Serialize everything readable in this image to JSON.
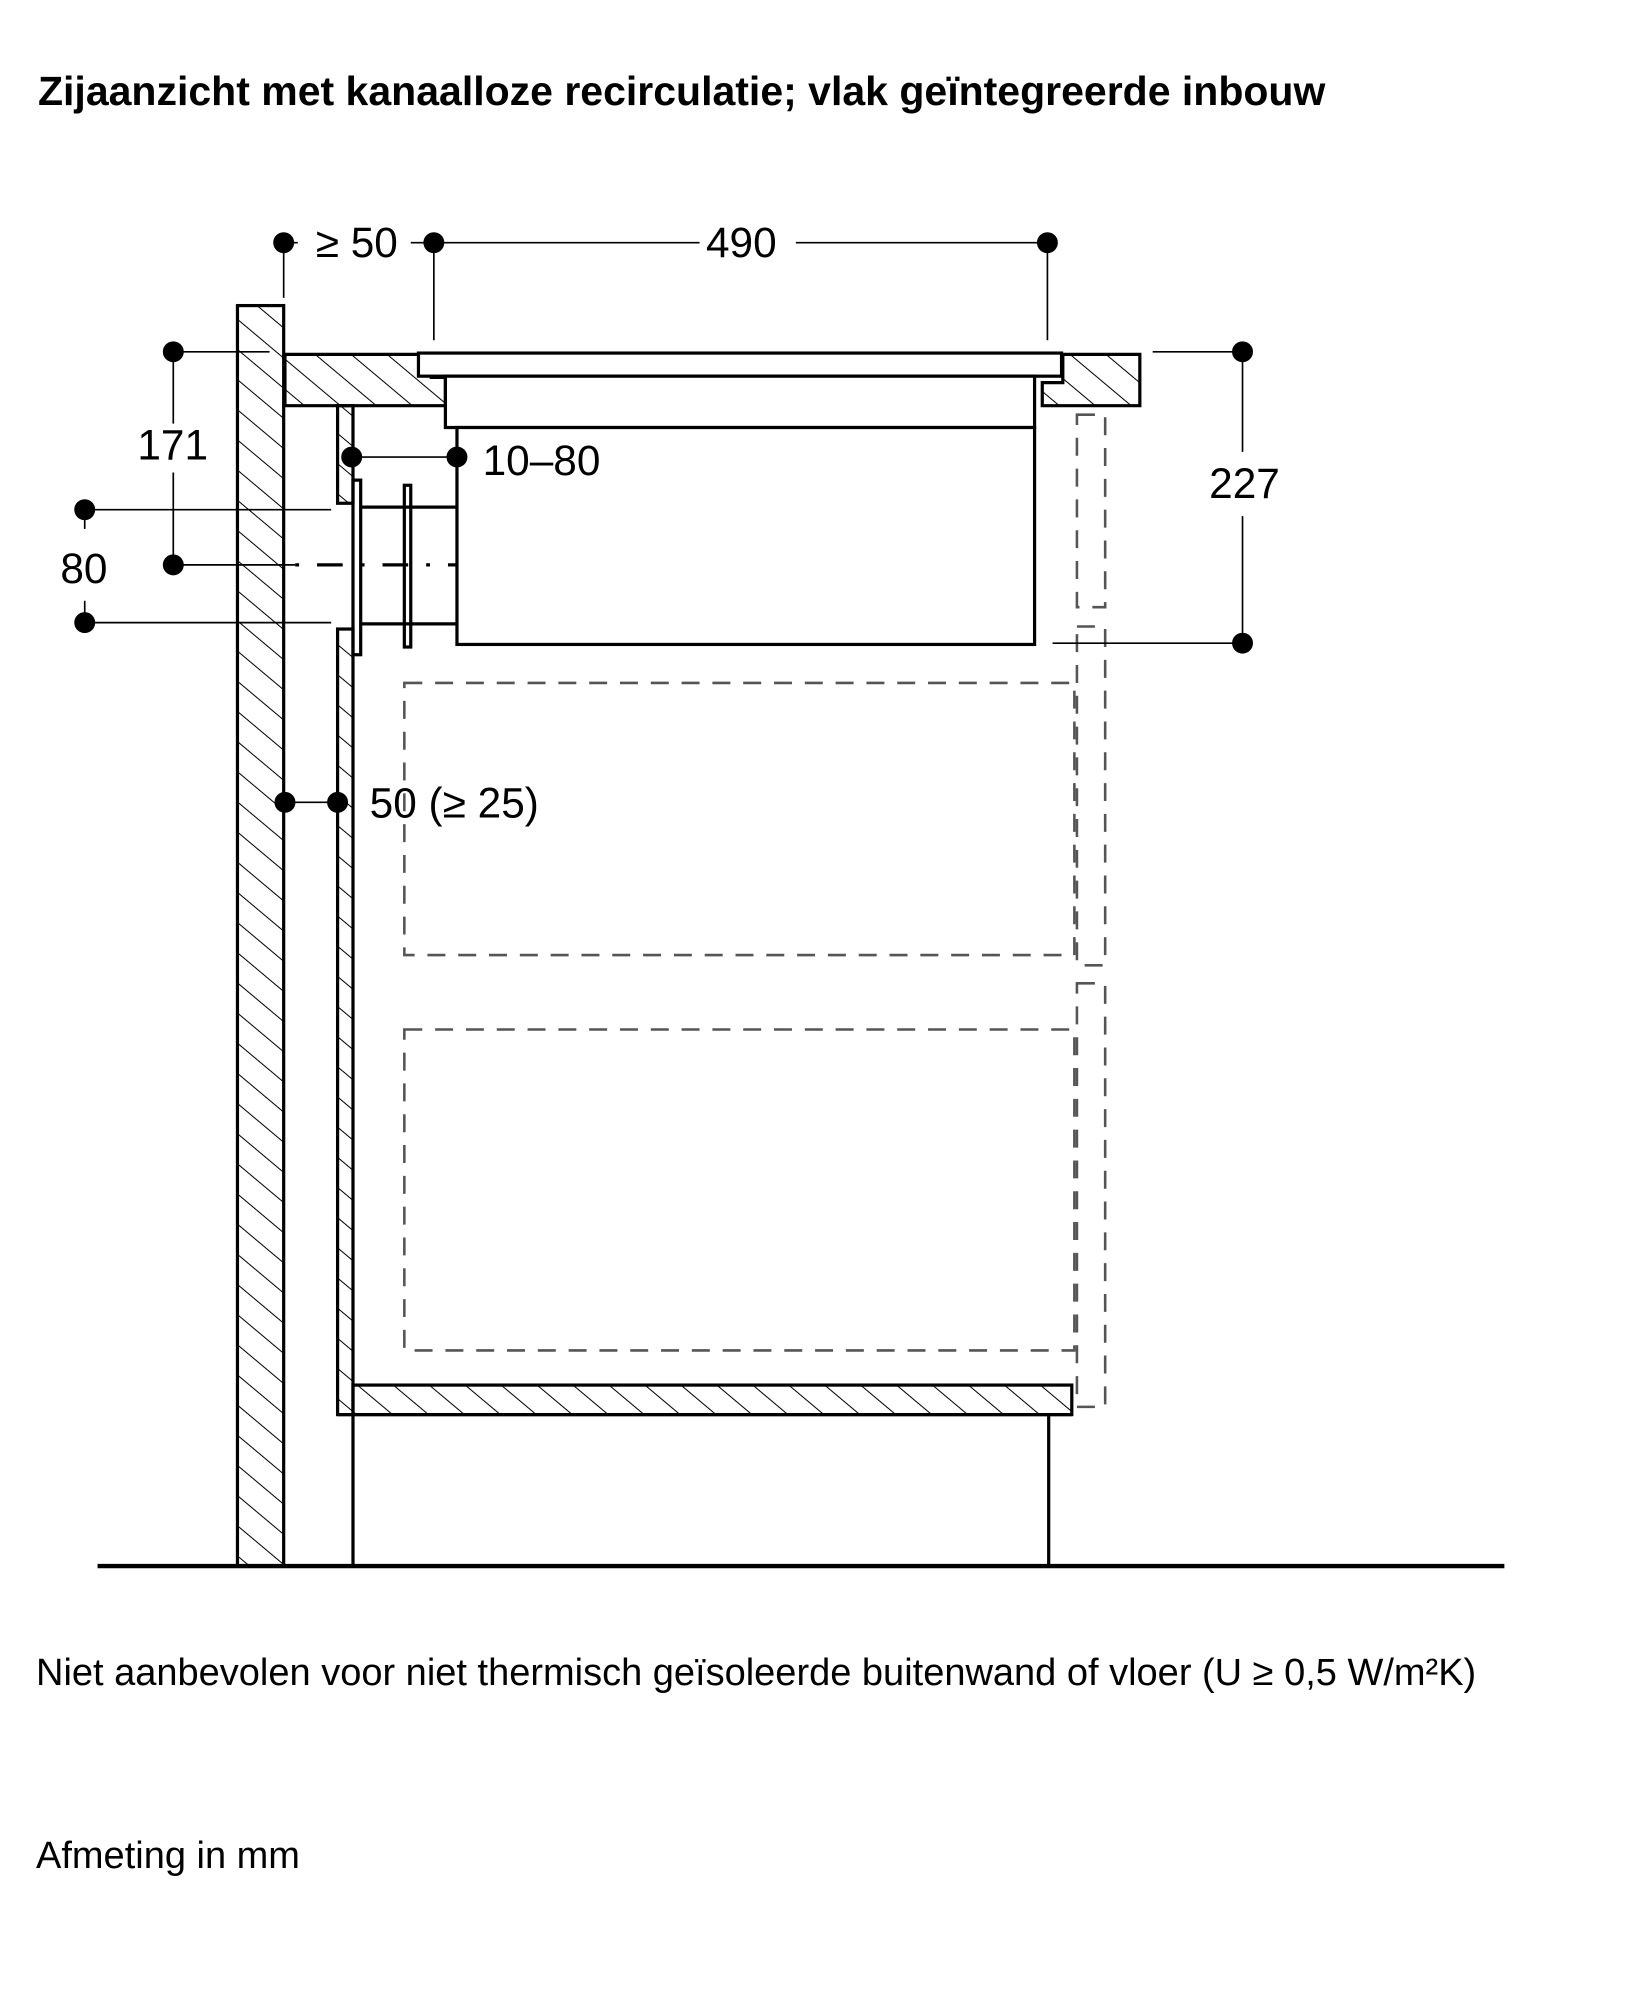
{
  "title": "Zijaanzicht met kanaalloze recirculatie; vlak geïntegreerde inbouw",
  "dimensions": {
    "wall_gap": "≥ 50",
    "hob_width": "490",
    "height_171": "171",
    "duct_height": "80",
    "duct_offset": "10–80",
    "total_depth": "227",
    "back_gap": "50 (≥ 25)"
  },
  "note": "Niet aanbevolen voor niet thermisch geïsoleerde buitenwand of vloer (U ≥ 0,5 W/m²K)",
  "unit_note": "Afmeting in mm",
  "colors": {
    "line": "#000000",
    "dashed": "#555555",
    "background": "#ffffff"
  }
}
